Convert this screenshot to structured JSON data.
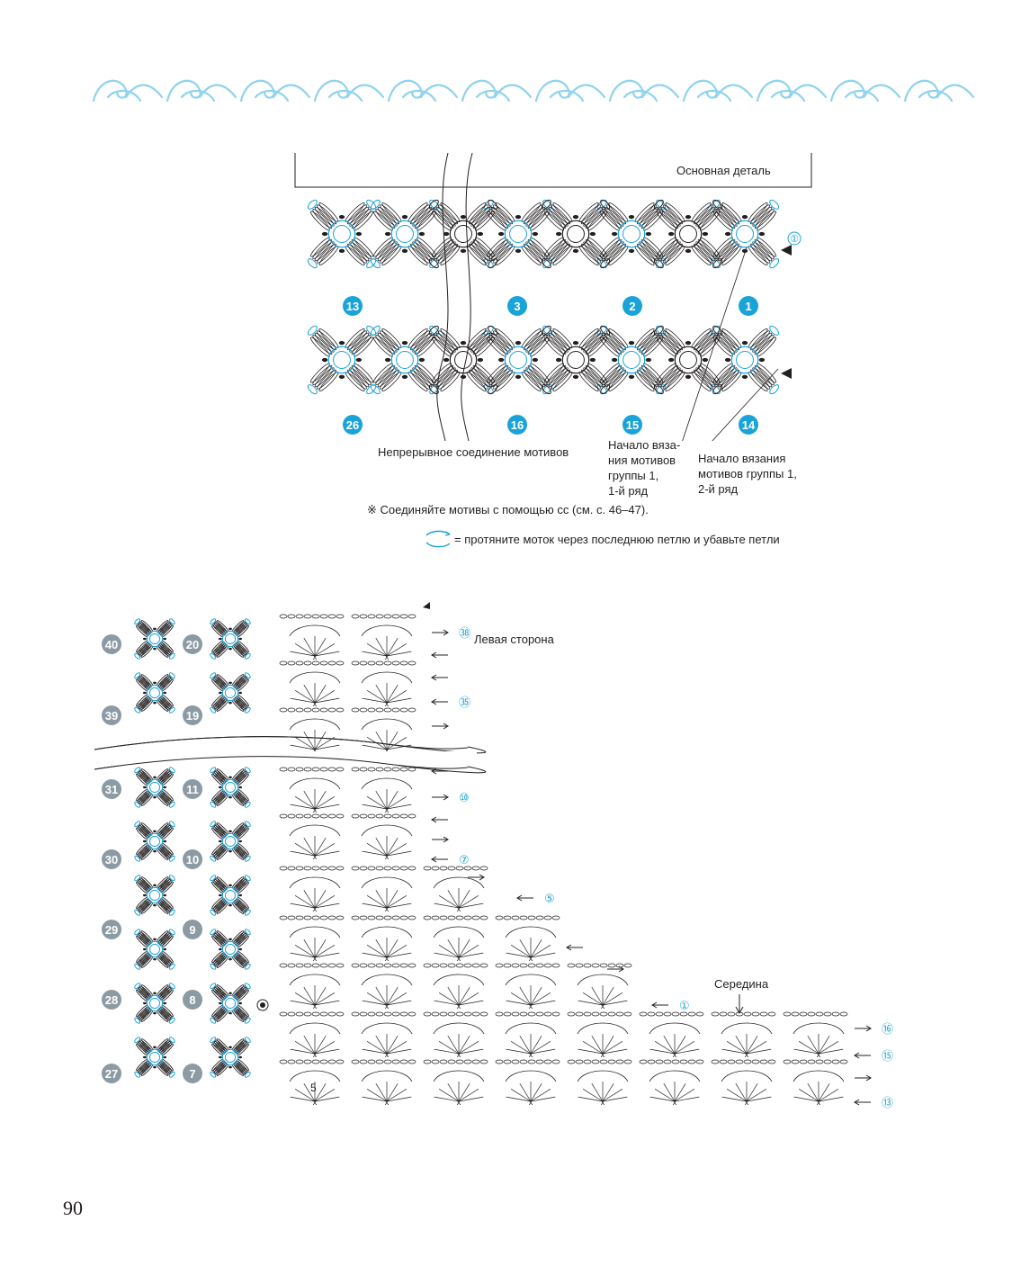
{
  "colors": {
    "accent": "#1aa3d8",
    "border": "#8fd3ee",
    "ink": "#231f20",
    "badge": "#8c9aa3"
  },
  "top": {
    "main_part": "Основная деталь",
    "continuous_join": "Непрерывное соединение мотивов",
    "start_row1": "Начало вяза-\nния мотивов\nгруппы 1,\n1-й ряд",
    "start_row2": "Начало вязания\nмотивов группы 1,\n2-й ряд",
    "note": "※ Соединяйте мотивы с помощью сс (см. с. 46–47).",
    "legend": "= протяните моток через последнюю петлю и убавьте петли",
    "motifs_row1": [
      "13",
      "3",
      "2",
      "1"
    ],
    "motifs_row2": [
      "26",
      "16",
      "15",
      "14"
    ],
    "start_marker": "①"
  },
  "bottom": {
    "left_side": "Левая сторона",
    "middle": "Середина",
    "row_marks": [
      "㊳",
      "㉟",
      "⑩",
      "⑦",
      "⑤",
      "①",
      "⑯",
      "⑮",
      "⑬"
    ],
    "col_outer": [
      "40",
      "39",
      "31",
      "30",
      "29",
      "28",
      "27"
    ],
    "col_inner": [
      "20",
      "19",
      "11",
      "10",
      "9",
      "8",
      "7"
    ],
    "count_five": "5"
  },
  "page_number": "90"
}
